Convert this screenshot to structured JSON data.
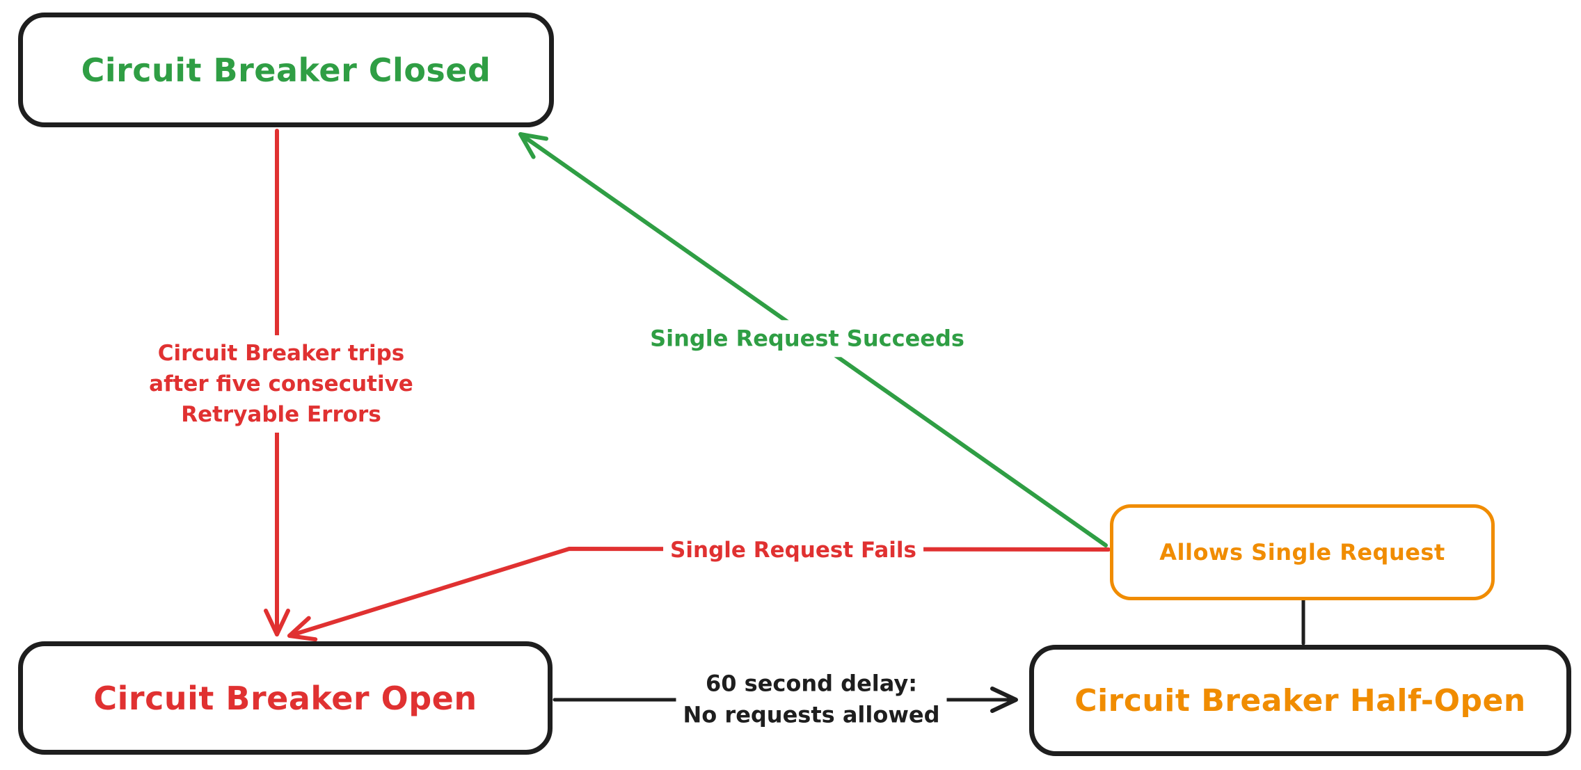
{
  "colors": {
    "background": "#ffffff",
    "black": "#1e1e1e",
    "red": "#e03131",
    "green": "#2f9e44",
    "orange": "#f08c00"
  },
  "nodes": {
    "closed": {
      "label": "Circuit Breaker Closed",
      "text_color": "#2f9e44",
      "border_color": "#1e1e1e"
    },
    "open": {
      "label": "Circuit Breaker Open",
      "text_color": "#e03131",
      "border_color": "#1e1e1e"
    },
    "half_open": {
      "label": "Circuit Breaker Half-Open",
      "text_color": "#f08c00",
      "border_color": "#1e1e1e"
    },
    "allows": {
      "label": "Allows Single Request",
      "text_color": "#f08c00",
      "border_color": "#f08c00"
    }
  },
  "edges": {
    "trip": {
      "from": "closed",
      "to": "open",
      "color": "#e03131",
      "label_lines": [
        "Circuit Breaker trips",
        "after five consecutive",
        "Retryable Errors"
      ]
    },
    "succeed": {
      "from": "allows",
      "to": "closed",
      "color": "#2f9e44",
      "label": "Single Request Succeeds"
    },
    "fail": {
      "from": "allows",
      "to": "open",
      "color": "#e03131",
      "label": "Single Request Fails"
    },
    "delay": {
      "from": "open",
      "to": "half_open",
      "color": "#1e1e1e",
      "label_lines": [
        "60 second delay:",
        "No requests allowed"
      ]
    },
    "connector": {
      "from": "half_open",
      "to": "allows",
      "color": "#1e1e1e",
      "label": ""
    }
  }
}
